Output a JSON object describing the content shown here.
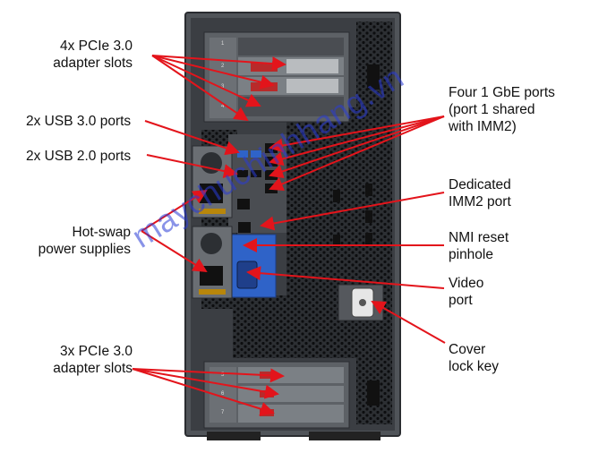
{
  "labels": {
    "pcie_top": "4x PCIe 3.0\nadapter slots",
    "usb3": "2x USB 3.0 ports",
    "usb2": "2x USB 2.0 ports",
    "psu": "Hot-swap\npower supplies",
    "pcie_bottom": "3x PCIe 3.0\nadapter slots",
    "gbe": "Four 1 GbE ports\n(port 1 shared\nwith IMM2)",
    "imm2": "Dedicated\nIMM2 port",
    "nmi": "NMI reset\npinhole",
    "video": "Video\nport",
    "cover": "Cover\nlock key"
  },
  "slot_numbers": [
    "1",
    "2",
    "3",
    "4",
    "5",
    "6",
    "7"
  ],
  "watermark": "maychuchinhhang.vn",
  "colors": {
    "arrow": "#e3141b",
    "chassis": "#3a3d42",
    "panel_blue": "#2f63c8",
    "watermark": "#2a3bd6"
  }
}
